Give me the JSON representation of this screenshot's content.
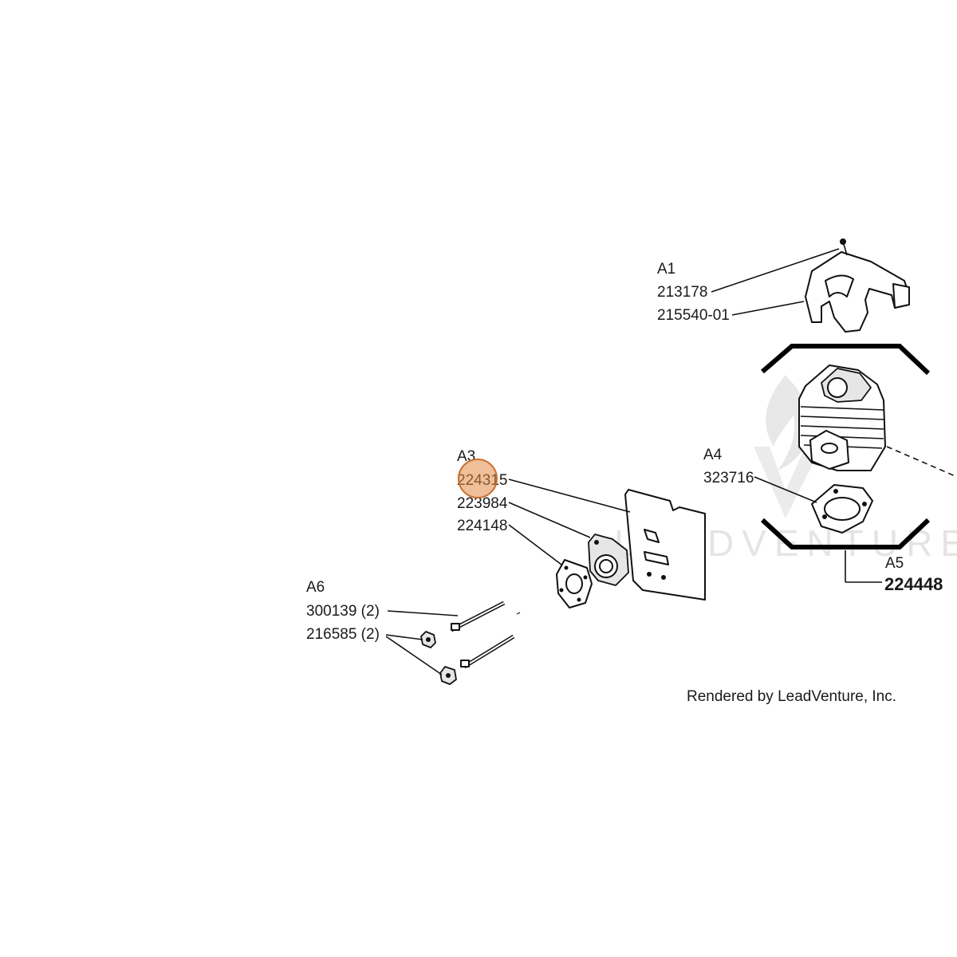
{
  "callouts": {
    "a1": {
      "ref": "A1",
      "parts": [
        "213178",
        "215540-01"
      ]
    },
    "a3": {
      "ref": "A3",
      "parts": [
        "224315",
        "223984",
        "224148"
      ]
    },
    "a4": {
      "ref": "A4",
      "parts": [
        "323716"
      ]
    },
    "a5": {
      "ref": "A5",
      "parts": [
        "224448"
      ]
    },
    "a6": {
      "ref": "A6",
      "parts": [
        "300139 (2)",
        "216585 (2)"
      ]
    }
  },
  "footer": {
    "credit": "Rendered by LeadVenture, Inc."
  },
  "watermark": {
    "text": "LEADVENTURE"
  },
  "highlight": {
    "part": "224315",
    "color": "#e08a45"
  }
}
